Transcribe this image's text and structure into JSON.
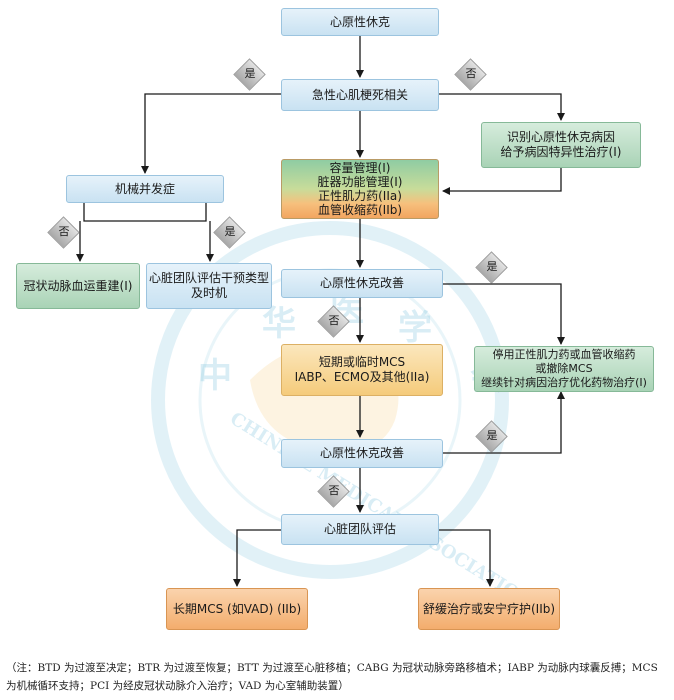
{
  "diagram": {
    "nodes": {
      "cardiogenic_shock": "心原性休克",
      "ami_related": "急性心肌梗死相关",
      "identify_cause": [
        "识别心原性休克病因",
        "给予病因特异性治疗(I)"
      ],
      "initial_management": [
        "容量管理(I)",
        "脏器功能管理(I)",
        "正性肌力药(IIa)",
        "血管收缩药(IIb)"
      ],
      "mechanical_complication": "机械并发症",
      "coronary_revasc": "冠状动脉血运重建(I)",
      "heart_team_intervention": [
        "心脏团队评估干预类型",
        "及时机"
      ],
      "shock_improved_1": "心原性休克改善",
      "short_term_mcs": [
        "短期或临时MCS",
        "IABP、ECMO及其他(IIa)"
      ],
      "stop_inotropes": [
        "停用正性肌力药或血管收缩药",
        "或撤除MCS",
        "继续针对病因治疗优化药物治疗(I)"
      ],
      "shock_improved_2": "心原性休克改善",
      "heart_team_eval": "心脏团队评估",
      "long_term_mcs": "长期MCS (如VAD) (IIb)",
      "palliative": "舒缓治疗或安宁疗护(IIb)"
    },
    "decisions": {
      "yes_ami": "是",
      "no_ami": "否",
      "no_mech": "否",
      "yes_mech": "是",
      "yes_improved_1": "是",
      "no_improved_1": "否",
      "yes_improved_2": "是",
      "no_improved_2": "否"
    },
    "watermark": {
      "chars": [
        "中",
        "华",
        "医",
        "学",
        "会"
      ],
      "english": "CHINESE MEDICAL ASSOCIATION"
    },
    "colors": {
      "blue": "#c9e2f2",
      "green": "#a9d3b6",
      "orange": "#f3ad6d",
      "yellow": "#f5cb7b",
      "arrow": "#1a1a1a"
    }
  },
  "footnote": "（注：BTD 为过渡至决定；BTR 为过渡至恢复；BTT 为过渡至心脏移植；CABG 为冠状动脉旁路移植术；IABP 为动脉内球囊反搏；MCS 为机械循环支持；PCI 为经皮冠状动脉介入治疗；VAD 为心室辅助装置）"
}
